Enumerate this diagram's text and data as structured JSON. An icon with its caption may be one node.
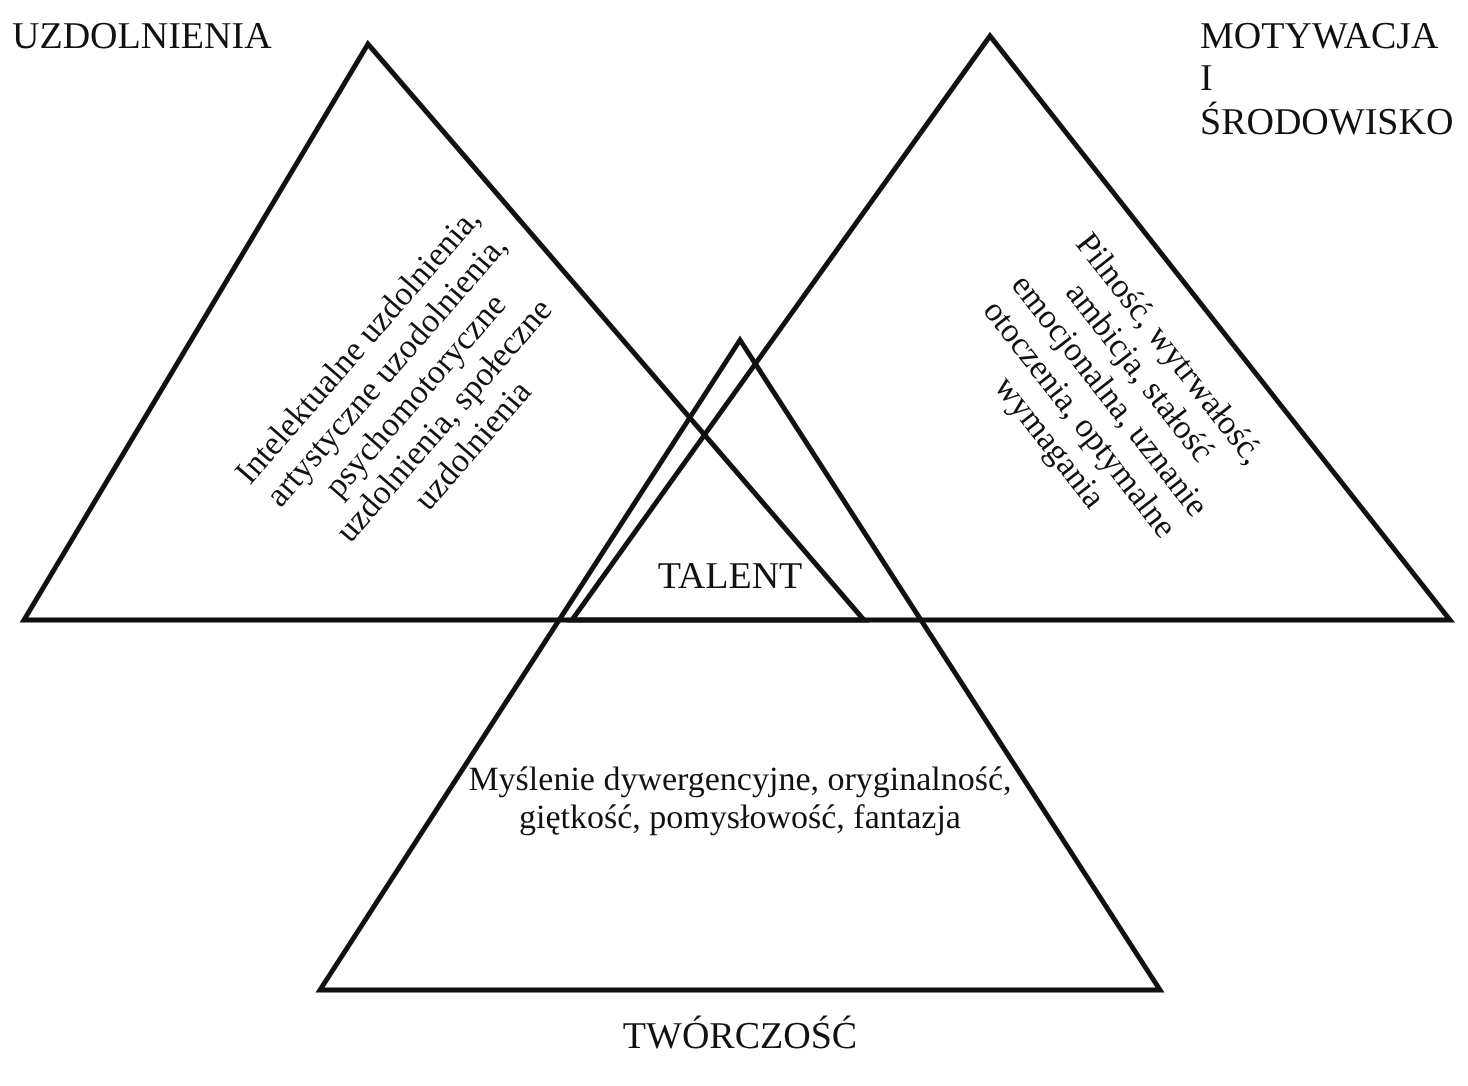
{
  "diagram": {
    "nodes": [
      {
        "text": [
          "UZDOLNIENIA",
          "Intelektualne uzdolnienia, artystyczne uzodolnienia, psychomotoryczne uzdolnienia, społeczne uzdolnienia"
        ]
      },
      {
        "text": [
          "MOTYWACJA I ŚRODOWISKO",
          "Pilność, wytrwałość, ambicja, stałość emocjonalna, uznanie otoczenia, optymalne wymagania"
        ]
      },
      {
        "text": [
          "Myślenie dywergencyjne, oryginalność, giętkość, pomysłowość, fantazja",
          "TWÓRCZOŚĆ"
        ]
      }
    ],
    "labels": [
      "TALENT"
    ]
  }
}
